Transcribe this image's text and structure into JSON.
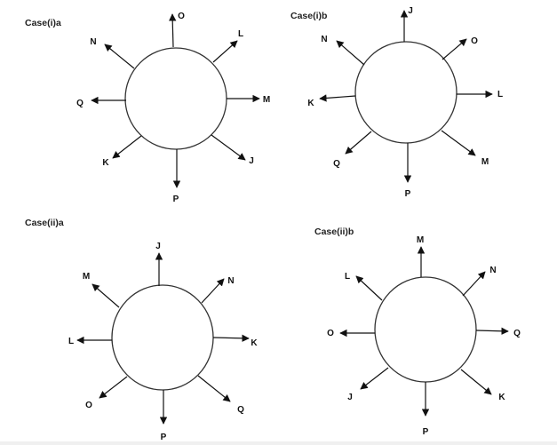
{
  "diagrams": [
    {
      "title": "Case(i)a",
      "labels": [
        "O",
        "L",
        "M",
        "J",
        "P",
        "K",
        "Q",
        "N"
      ]
    },
    {
      "title": "Case(i)b",
      "labels": [
        "J",
        "O",
        "L",
        "M",
        "P",
        "Q",
        "K",
        "N"
      ]
    },
    {
      "title": "Case(ii)a",
      "labels": [
        "J",
        "N",
        "K",
        "Q",
        "P",
        "O",
        "L",
        "M"
      ]
    },
    {
      "title": "Case(ii)b",
      "labels": [
        "M",
        "N",
        "Q",
        "K",
        "P",
        "J",
        "O",
        "L"
      ]
    }
  ],
  "colors": {
    "stroke": "#333333",
    "arrow": "#111111"
  }
}
